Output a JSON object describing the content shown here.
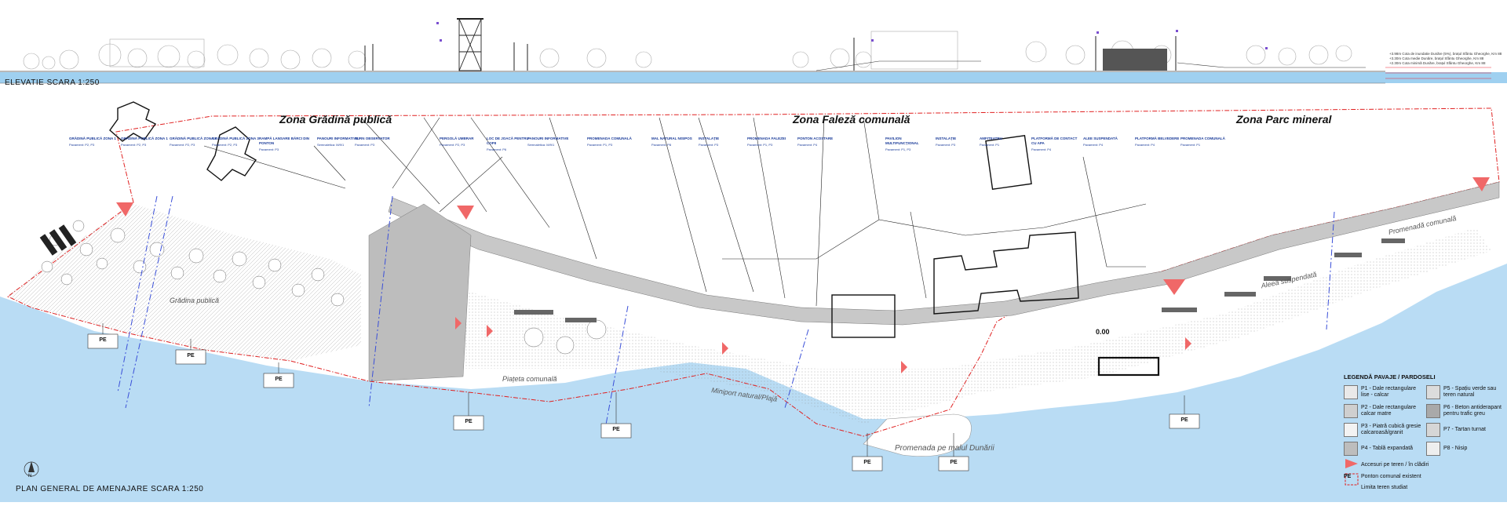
{
  "titles": {
    "elevation": "ELEVATIE SCARA 1:250",
    "plan": "PLAN GENERAL DE AMENAJARE SCARA 1:250",
    "north": "N"
  },
  "zones": [
    "Zona Grădină publică",
    "Zona Faleză comunală",
    "Zona Parc mineral"
  ],
  "area_labels": {
    "gradina": "Grădina publică",
    "piateta": "Piațeta comunală",
    "minipori": "Miniport natural/Plajă",
    "promenada_mal": "Promenada pe malul Dunării",
    "promenada_comunala": "Promenadă comunală",
    "alee": "Aleea suspendată",
    "level": "0.00"
  },
  "elevation_notes": [
    "+3.98m Cota de inundatie Dunăre (5%), brațul Sfântu Gheorghe, Km 88",
    "+3.30m Cota medie Dunăre, brațul Sfântu Gheorghe, Km 88",
    "+2.30m Cota minimă Dunăre, brațul Sfântu Gheorghe, Km 88"
  ],
  "columns": [
    {
      "head": "GRĂDINĂ PUBLICĂ ZONA 1",
      "ref": "Pavament: P2, P3"
    },
    {
      "head": "GRĂDINĂ PUBLICĂ ZONA 1",
      "ref": "Pavament: P2, P3"
    },
    {
      "head": "GRĂDINĂ PUBLICĂ ZONA 2",
      "ref": "Pavament: P2, P3"
    },
    {
      "head": "GRĂDINĂ PUBLICĂ ZONA 3",
      "ref": "Pavament: P2, P3"
    },
    {
      "head": "RAMPĂ LANSARE BĂRCI DIN PONTON",
      "ref": "Pavament: P3"
    },
    {
      "head": "PANOURI INFORMATIVE",
      "ref": "Semnaletica: M/9/1"
    },
    {
      "head": "TURN OBSERVATOR",
      "ref": "Pavament: P3"
    },
    {
      "head": "PERGOLĂ UMBRAR",
      "ref": "Pavament: P2, P3"
    },
    {
      "head": "LOC DE JOACĂ PENTRU COPII",
      "ref": "Pavament: P6"
    },
    {
      "head": "PANOURI INFORMATIVE",
      "ref": "Semnaletica: M/9/1"
    },
    {
      "head": "PROMENADA COMUNALĂ",
      "ref": "Pavament: P1, P3"
    },
    {
      "head": "MAL NATURAL NISIPOS",
      "ref": "Pavament: P8"
    },
    {
      "head": "INSTALAȚIE",
      "ref": "Pavament: P3"
    },
    {
      "head": "PROMENADA FALEZEI",
      "ref": "Pavament: P1, P3"
    },
    {
      "head": "PONTON ACOSTARE",
      "ref": "Pavament: P4"
    },
    {
      "head": "PAVILION MULTIFUNCȚIONAL",
      "ref": "Pavament: P1, P3"
    },
    {
      "head": "INSTALAȚIE",
      "ref": "Pavament: P3"
    },
    {
      "head": "AMFITEATRU",
      "ref": "Pavament: P1"
    },
    {
      "head": "PLATFORMĂ DE CONTACT CU APA",
      "ref": "Pavament: P4"
    },
    {
      "head": "ALEE SUSPENDATĂ",
      "ref": "Pavament: P4"
    },
    {
      "head": "PLATFORMĂ BELVEDERE",
      "ref": "Pavament: P4"
    },
    {
      "head": "PROMENADA COMUNALĂ",
      "ref": "Pavament: P1"
    }
  ],
  "legend": {
    "title": "LEGENDĂ PAVAJE / PARDOSELI",
    "items": [
      {
        "code": "P1",
        "label": "P1 - Dale rectangulare lise - calcar",
        "color": "#e9e9e9"
      },
      {
        "code": "P5",
        "label": "P5 - Spațiu verde sau teren natural",
        "color": "#dcdcdc"
      },
      {
        "code": "P2",
        "label": "P2 - Dale rectangulare calcar matre",
        "color": "#cfcfcf"
      },
      {
        "code": "P6",
        "label": "P6 - Beton antiderapant pentru trafic greu",
        "color": "#a9a9a9"
      },
      {
        "code": "P3",
        "label": "P3 - Piatră cubică gresie calcaroasă/granit",
        "color": "#f3f3f3"
      },
      {
        "code": "P7",
        "label": "P7 - Tartan turnat",
        "color": "#d6d6d6"
      },
      {
        "code": "P4",
        "label": "P4 - Tablă expandată",
        "color": "#bdbdbd"
      },
      {
        "code": "P8",
        "label": "P8 - Nisip",
        "color": "#eeeeee"
      }
    ],
    "pe_code": "PE",
    "pe_label": "Ponton comunal existent",
    "access_label": "Accesuri pe teren / în clădiri",
    "limit_label": "Limita teren studiat"
  },
  "ponton_label": "PE",
  "colors": {
    "water": "#b9dcf4",
    "elev_water": "#9fd0f0",
    "gray_zone": "#c8c8c8",
    "limit": "#e02020",
    "section": "#3a4fd8",
    "access": "#f06868"
  }
}
